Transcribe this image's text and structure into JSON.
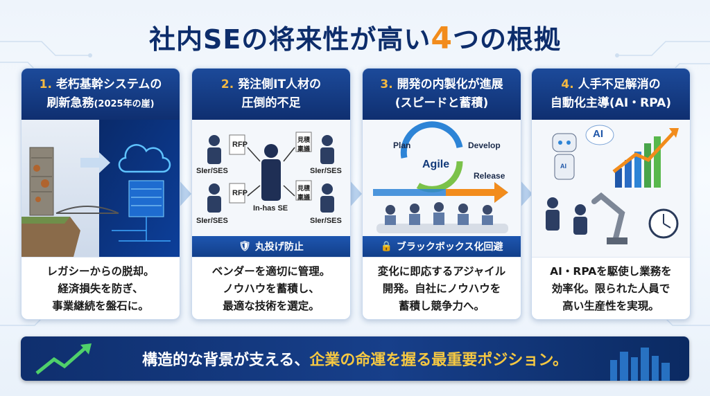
{
  "title": {
    "main": "社内SEの将来性が高い",
    "number": "4",
    "suffix": "つの根拠"
  },
  "cards": [
    {
      "num": "1.",
      "head1": "老朽基幹システムの",
      "head2": "刷新急務",
      "head2_small": "(2025年の崖)",
      "body": [
        "レガシーからの脱却。",
        "経済損失を防ぎ、",
        "事業継続を盤石に。"
      ]
    },
    {
      "num": "2.",
      "head1": "発注側IT人材の",
      "head2": "圧倒的不足",
      "head2_small": "",
      "ribbon": "丸投げ防止",
      "labels": {
        "rfp1": "RFP",
        "rfp2": "RFP",
        "mitsumori1": "見積\n稟議",
        "mitsumori2": "見積\n稟議",
        "sier1": "SIer/SES",
        "sier2": "SIer/SES",
        "sier3": "SIer/SES",
        "sier4": "SIer/SES",
        "inhouse": "In-has SE"
      },
      "body": [
        "ベンダーを適切に管理。",
        "ノウハウを蓄積し、",
        "最適な技術を選定。"
      ]
    },
    {
      "num": "3.",
      "head1": "開発の内製化が進展",
      "head2": "(スピードと蓄積)",
      "head2_small": "",
      "ribbon": "ブラックボックス化回避",
      "labels": {
        "plan": "Plan",
        "develop": "Develop",
        "agile": "Agile",
        "release": "Release"
      },
      "body": [
        "変化に即応するアジャイル",
        "開発。自社にノウハウを",
        "蓄積し競争力へ。"
      ]
    },
    {
      "num": "4.",
      "head1": "人手不足解消の",
      "head2": "自動化主導(AI・RPA)",
      "head2_small": "",
      "labels": {
        "ai": "AI",
        "robot_chest": "AI"
      },
      "body": [
        "AI・RPAを駆使し業務を",
        "効率化。限られた人員で",
        "高い生産性を実現。"
      ]
    }
  ],
  "banner": {
    "part1": "構造的な背景が支える、",
    "part2": "企業の命運を握る最重要ポジション。"
  }
}
